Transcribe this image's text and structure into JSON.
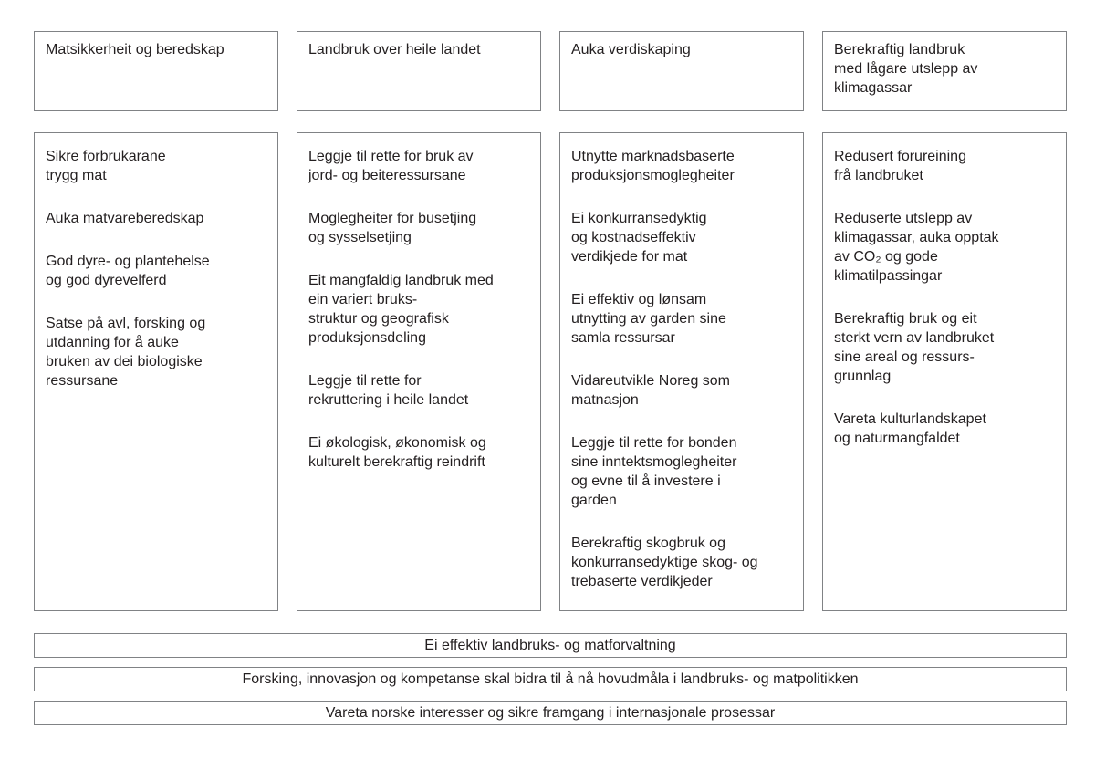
{
  "colors": {
    "background": "#ffffff",
    "border": "#808285",
    "text": "#231f20"
  },
  "columns": [
    {
      "header": "Matsikkerheit og beredskap",
      "items": [
        "Sikre forbrukarane\ntrygg mat",
        "Auka matvareberedskap",
        "God dyre- og plantehelse\nog god dyrevelferd",
        "Satse på avl, forsking og\nutdanning for å auke\nbruken av dei biologiske\nressursane"
      ]
    },
    {
      "header": "Landbruk over heile landet",
      "items": [
        "Leggje til rette for bruk av\njord- og beiteressursane",
        "Moglegheiter for busetjing\nog sysselsetjing",
        "Eit mangfaldig landbruk med\nein variert bruks-\nstruktur og geografisk\nproduksjonsdeling",
        "Leggje til rette for\nrekruttering i heile landet",
        "Ei økologisk, økonomisk og\nkulturelt berekraftig reindrift"
      ]
    },
    {
      "header": "Auka verdiskaping",
      "items": [
        "Utnytte marknadsbaserte\nproduksjonsmoglegheiter",
        "Ei konkurransedyktig\nog kostnadseffektiv\nverdikjede for mat",
        "Ei effektiv og lønsam\nutnytting av garden sine\nsamla ressursar",
        "Vidareutvikle Noreg som\nmatnasjon",
        "Leggje til rette for bonden\nsine inntektsmoglegheiter\nog evne til å investere i\ngarden",
        "Berekraftig skogbruk og\nkonkurransedyktige skog- og\ntrebaserte verdikjeder"
      ]
    },
    {
      "header": "Berekraftig landbruk\nmed lågare utslepp av\nklimagassar",
      "items": [
        "Redusert forureining\nfrå landbruket",
        "Reduserte utslepp av\nklimagassar, auka opptak\nav CO₂ og gode\nklimatilpassingar",
        "Berekraftig bruk og eit\nsterkt vern av landbruket\nsine areal og ressurs-\ngrunnlag",
        "Vareta kulturlandskapet\nog naturmangfaldet"
      ]
    }
  ],
  "bars": [
    "Ei effektiv landbruks- og matforvaltning",
    "Forsking, innovasjon og kompetanse skal bidra til å nå hovudmåla i landbruks- og matpolitikken",
    "Vareta norske interesser og sikre framgang i internasjonale prosessar"
  ]
}
